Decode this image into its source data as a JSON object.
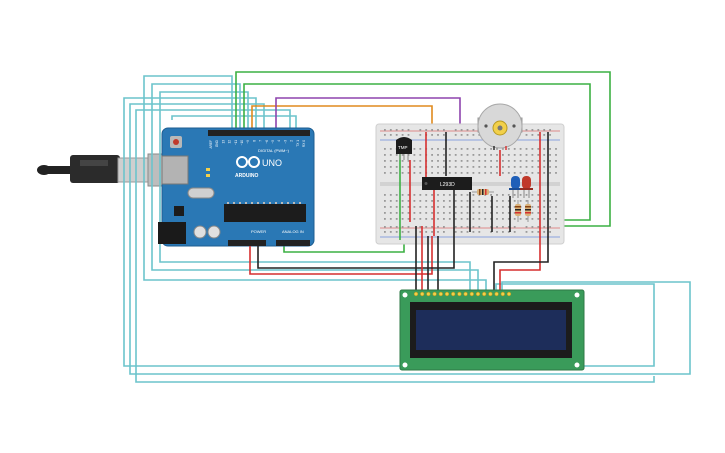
{
  "arduino": {
    "brand_label": "ARDUINO",
    "model_label": "UNO",
    "digital_header_label": "DIGITAL (PWM~)",
    "power_label": "POWER",
    "analog_label": "ANALOG IN",
    "pin_labels": [
      "AREF",
      "GND",
      "13",
      "12",
      "~11",
      "~10",
      "~9",
      "8",
      "7",
      "~6",
      "~5",
      "4",
      "~3",
      "2",
      "TX 1",
      "RX 0"
    ]
  },
  "breadboard": {
    "sensor_label": "TMP",
    "ic_label": "L293D"
  },
  "lcd": {
    "pin_count": 16
  },
  "wire_colors": {
    "teal": "#6cc4cc",
    "green": "#3cb043",
    "orange": "#e08a1e",
    "purple": "#8e44ad",
    "red": "#d62f2f",
    "black": "#222222"
  },
  "component_colors": {
    "arduino_board": "#2a78b5",
    "breadboard": "#e6e6e6",
    "lcd_pcb": "#3a9b5a",
    "lcd_screen": "#1d2d5a",
    "led_blue": "#1f5fb8",
    "led_red": "#c0392b"
  }
}
